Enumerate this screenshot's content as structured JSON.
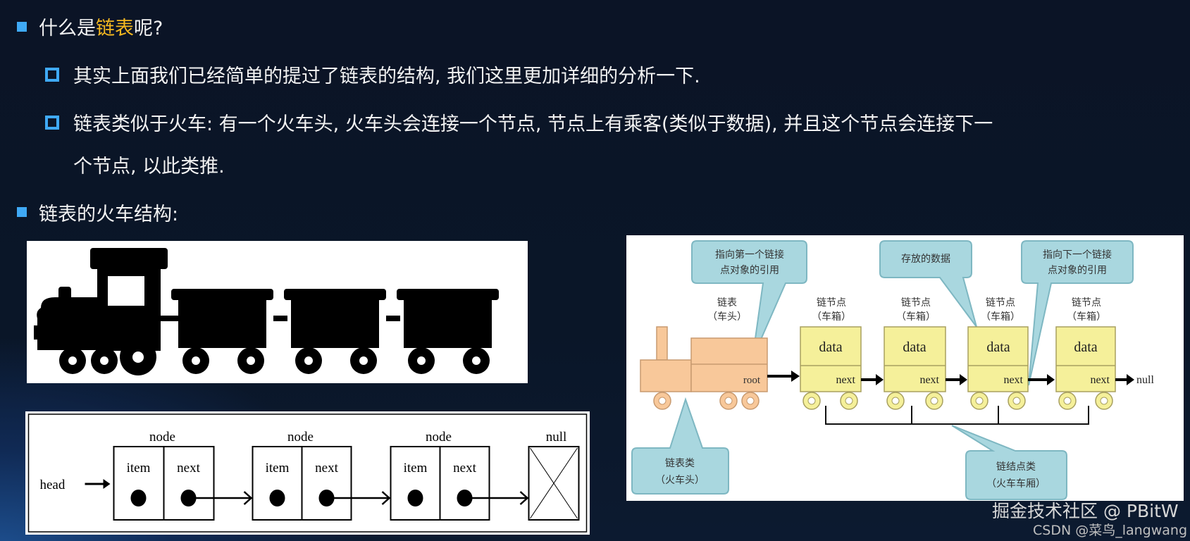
{
  "bullets": {
    "q_prefix": "什么是",
    "q_highlight": "链表",
    "q_suffix": "呢?",
    "sub1": "其实上面我们已经简单的提过了链表的结构, 我们这里更加详细的分析一下.",
    "sub2_line1": "链表类似于火车: 有一个火车头, 火车头会连接一个节点, 节点上有乘客(类似于数据), 并且这个节点会连接下一",
    "sub2_line2": "个节点, 以此类推.",
    "train": "链表的火车结构:"
  },
  "colors": {
    "accent": "#3fa9f5",
    "highlight": "#f5b820",
    "bubble": "#a9d7df",
    "car": "#f5f09a",
    "loco": "#f8c89a"
  },
  "node_diagram": {
    "head": "head",
    "nodes": [
      {
        "label": "node",
        "item": "item",
        "next": "next"
      },
      {
        "label": "node",
        "item": "item",
        "next": "next"
      },
      {
        "label": "node",
        "item": "item",
        "next": "next"
      }
    ],
    "null": "null"
  },
  "train_diagram": {
    "bubble_first": [
      "指向第一个链接",
      "点对象的引用"
    ],
    "bubble_data": "存放的数据",
    "bubble_next": [
      "指向下一个链接",
      "点对象的引用"
    ],
    "loco_label": [
      "链表",
      "（车头）"
    ],
    "car_label": [
      "链节点",
      "（车箱）"
    ],
    "root": "root",
    "data": "data",
    "next": "next",
    "null": "null",
    "bubble_list_class": [
      "链表类",
      "（火车头）"
    ],
    "bubble_node_class": [
      "链结点类",
      "（火车车厢）"
    ]
  },
  "watermark": {
    "juejin": "掘金技术社区 @ PBitW",
    "csdn": "CSDN @菜鸟_langwang"
  }
}
